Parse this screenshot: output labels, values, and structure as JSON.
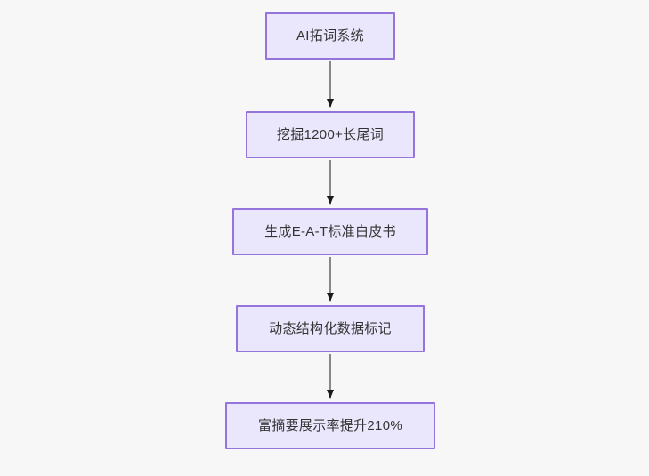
{
  "diagram": {
    "type": "flowchart",
    "orientation": "top-to-bottom",
    "background_color": "#f7f7f8",
    "node_fill_color": "#eae7fc",
    "node_border_color": "#9575db",
    "node_text_color": "#333333",
    "edge_line_color": "#888888",
    "edge_arrow_color": "#1a1a1a",
    "nodes": [
      {
        "id": "n1",
        "label": "AI拓词系统"
      },
      {
        "id": "n2",
        "label": "挖掘1200+长尾词"
      },
      {
        "id": "n3",
        "label": "生成E-A-T标准白皮书"
      },
      {
        "id": "n4",
        "label": "动态结构化数据标记"
      },
      {
        "id": "n5",
        "label": "富摘要展示率提升210%"
      }
    ],
    "edges": [
      {
        "from": "n1",
        "to": "n2",
        "label": ""
      },
      {
        "from": "n2",
        "to": "n3",
        "label": ""
      },
      {
        "from": "n3",
        "to": "n4",
        "label": ""
      },
      {
        "from": "n4",
        "to": "n5",
        "label": ""
      }
    ]
  }
}
